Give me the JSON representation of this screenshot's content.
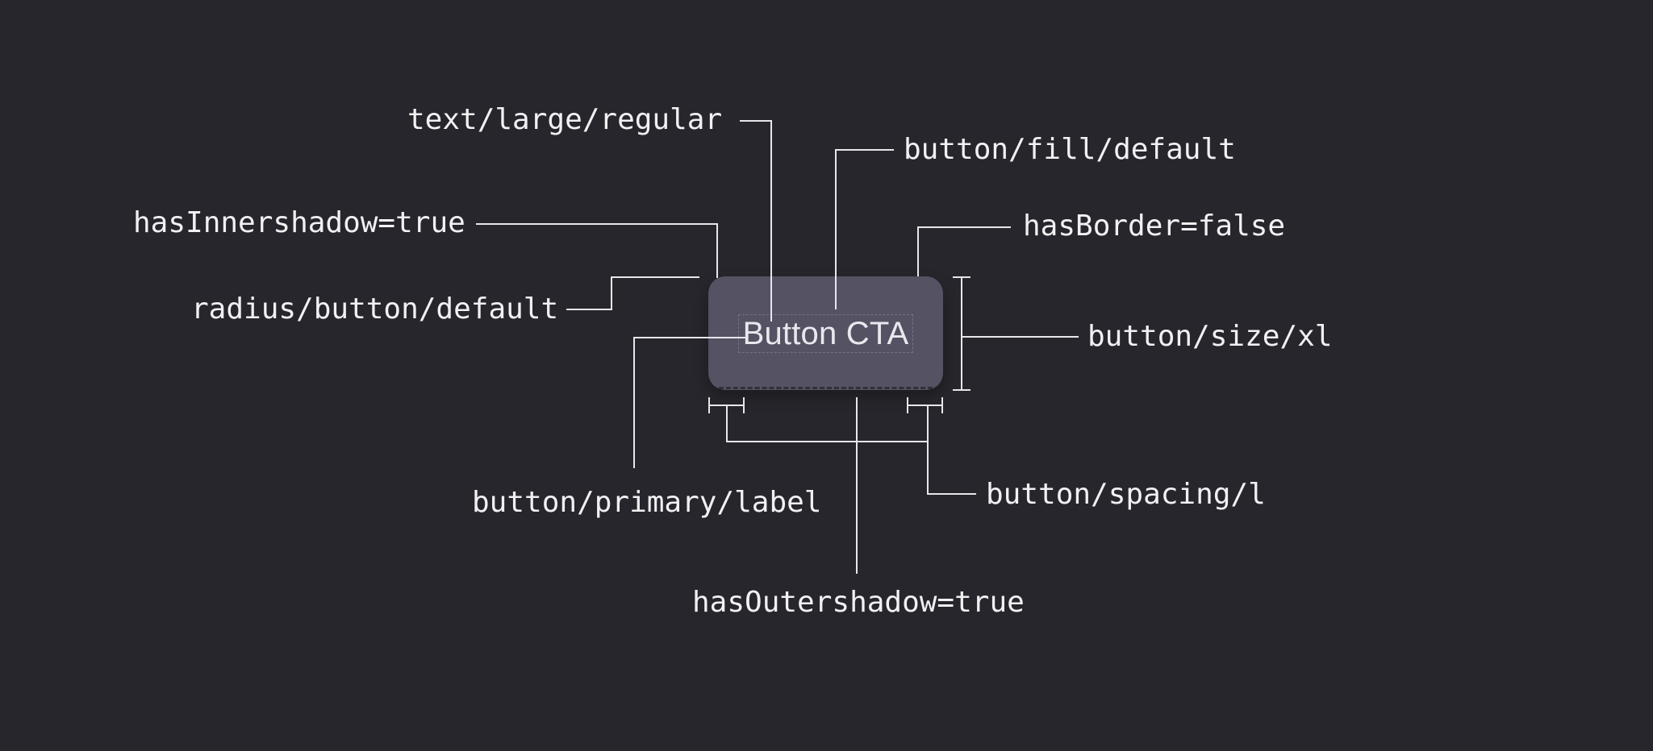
{
  "scene": {
    "background_color": "#26262c",
    "line_color": "#e7e7eb",
    "annotation_text_color": "#f1f1f3"
  },
  "button": {
    "label": "Button CTA",
    "fill_color": "#555263",
    "label_color": "#e9e8ee"
  },
  "annotations": {
    "text_style": {
      "label": "text/large/regular"
    },
    "fill": {
      "label": "button/fill/default"
    },
    "inner_shadow": {
      "label": "hasInnershadow=true"
    },
    "radius": {
      "label": "radius/button/default"
    },
    "border": {
      "label": "hasBorder=false"
    },
    "size": {
      "label": "button/size/xl"
    },
    "primary_label": {
      "label": "button/primary/label"
    },
    "spacing": {
      "label": "button/spacing/l"
    },
    "outer_shadow": {
      "label": "hasOutershadow=true"
    }
  }
}
